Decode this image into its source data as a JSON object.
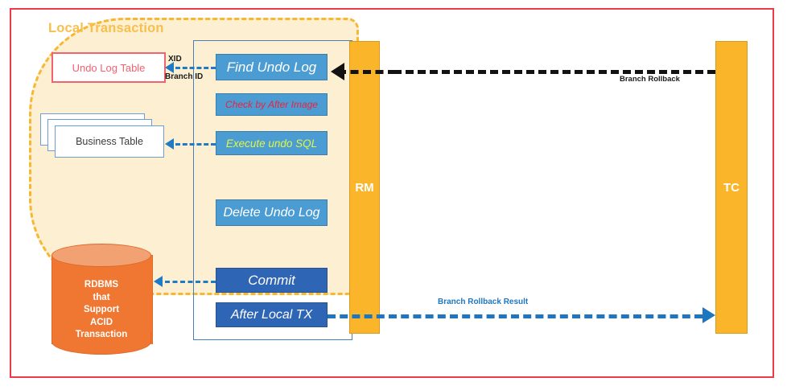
{
  "frame": {
    "border_color": "#ee3a46"
  },
  "local_transaction": {
    "title": "Local Transaction",
    "border_color": "#f7b733",
    "fill_color": "#fdf0d2"
  },
  "components": {
    "rm_label": "RM",
    "tc_label": "TC",
    "bar_color": "#fab52b"
  },
  "stores": {
    "undo_log_table": "Undo Log Table",
    "undo_log_color": "#f4616f",
    "business_table": "Business Table",
    "business_table_color": "#6e9ed4",
    "rdbms_lines": [
      "RDBMS",
      "that",
      "Support",
      "ACID",
      "Transaction"
    ],
    "rdbms_color": "#ef7731"
  },
  "steps": [
    {
      "label": "Find Undo Log",
      "text_color": "#ffffff",
      "box_color": "#4b9cd3"
    },
    {
      "label": "Check by After Image",
      "text_color": "#e8243f",
      "box_color": "#4b9cd3"
    },
    {
      "label": "Execute undo SQL",
      "text_color": "#e2f542",
      "box_color": "#4b9cd3"
    },
    {
      "label": "Delete Undo Log",
      "text_color": "#ffffff",
      "box_color": "#4b9cd3"
    },
    {
      "label": "Commit",
      "text_color": "#ffffff",
      "box_color": "#2f65b5"
    },
    {
      "label": "After Local TX",
      "text_color": "#ffffff",
      "box_color": "#2f65b5"
    }
  ],
  "connectors": {
    "xid": "XID",
    "branch_id": "Branch ID",
    "branch_rollback": "Branch Rollback",
    "branch_rollback_result": "Branch Rollback Result",
    "black_color": "#121212",
    "blue_color": "#1f76bf"
  }
}
